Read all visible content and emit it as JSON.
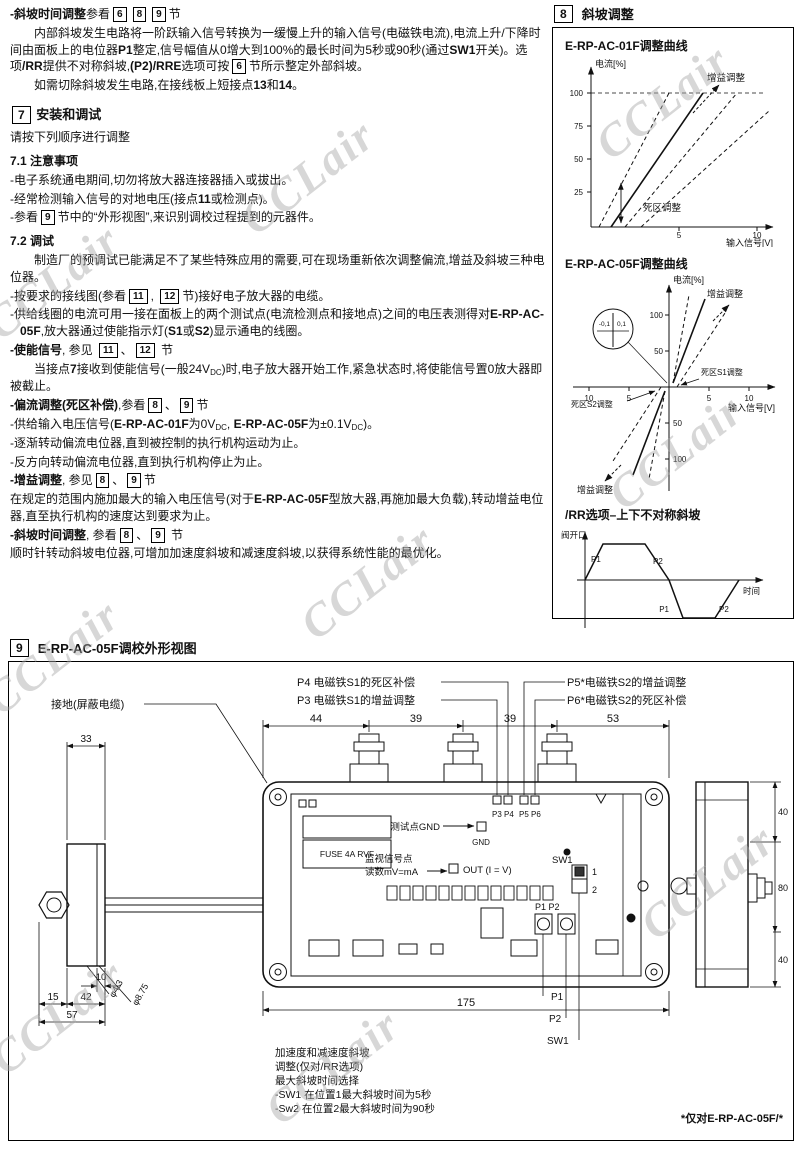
{
  "watermark": "CCLair",
  "left": {
    "lines": [
      {
        "cls": "h",
        "seg": [
          {
            "t": "-斜坡时间调整",
            "s": "b"
          },
          {
            "t": "参看"
          },
          {
            "t": "6",
            "s": "box"
          },
          {
            "t": "8",
            "s": "box"
          },
          {
            "t": "9",
            "s": "box"
          },
          {
            "t": "节"
          }
        ]
      },
      {
        "cls": "ind",
        "seg": [
          {
            "t": "内部斜坡发生电路将一阶跃输入信号转换为一缓慢上升的输入信号(电磁铁电流),电流上升/下降时间由面板上的电位器"
          },
          {
            "t": "P1",
            "s": "b"
          },
          {
            "t": "整定,信号幅值从0增大到100%的最长时间为5秒或90秒(通过"
          },
          {
            "t": "SW1",
            "s": "b"
          },
          {
            "t": "开关)。选项"
          },
          {
            "t": "/RR",
            "s": "b"
          },
          {
            "t": "提供不对称斜坡,"
          },
          {
            "t": "(P2)/RRE",
            "s": "b"
          },
          {
            "t": "选项可按"
          },
          {
            "t": "6",
            "s": "box"
          },
          {
            "t": "节所示整定外部斜坡。"
          }
        ]
      },
      {
        "cls": "ind",
        "seg": [
          {
            "t": "如需切除斜坡发生电路,在接线板上短接点"
          },
          {
            "t": "13",
            "s": "b"
          },
          {
            "t": "和"
          },
          {
            "t": "14",
            "s": "b"
          },
          {
            "t": "。"
          }
        ]
      },
      {
        "cls": "sect",
        "seg": [
          {
            "t": "7",
            "s": "boxb"
          },
          {
            "t": " 安装和调试",
            "s": "b"
          }
        ]
      },
      {
        "cls": "",
        "seg": [
          {
            "t": "请按下列顺序进行调整"
          }
        ]
      },
      {
        "cls": "gap",
        "seg": [
          {
            "t": "7.1 注意事项",
            "s": "b"
          }
        ]
      },
      {
        "cls": "h",
        "seg": [
          {
            "t": "-电子系统通电期间,切勿将放大器连接器插入或拔出。"
          }
        ]
      },
      {
        "cls": "h",
        "seg": [
          {
            "t": "-经常检测输入信号的对地电压(接点"
          },
          {
            "t": "11",
            "s": "b"
          },
          {
            "t": "或检测点)。"
          }
        ]
      },
      {
        "cls": "h",
        "seg": [
          {
            "t": "-参看"
          },
          {
            "t": "9",
            "s": "box"
          },
          {
            "t": "节中的“外形视图”,来识别调校过程提到的元器件。"
          }
        ]
      },
      {
        "cls": "gap",
        "seg": [
          {
            "t": "7.2 调试",
            "s": "b"
          }
        ]
      },
      {
        "cls": "ind",
        "seg": [
          {
            "t": "制造厂的预调试已能满足不了某些特殊应用的需要,可在现场重新依次调整偏流,增益及斜坡三种电位器。"
          }
        ]
      },
      {
        "cls": "h",
        "seg": [
          {
            "t": "-按要求的接线图(参看"
          },
          {
            "t": "11",
            "s": "box"
          },
          {
            "t": ", "
          },
          {
            "t": "12",
            "s": "box"
          },
          {
            "t": "节)接好电子放大器的电缆。"
          }
        ]
      },
      {
        "cls": "h",
        "seg": [
          {
            "t": "-供给线圈的电流可用一接在面板上的两个测试点(电流检测点和接地点)之间的电压表测得对"
          },
          {
            "t": "E-RP-AC-05F",
            "s": "b"
          },
          {
            "t": ",放大器通过使能指示灯("
          },
          {
            "t": "S1",
            "s": "b"
          },
          {
            "t": "或"
          },
          {
            "t": "S2",
            "s": "b"
          },
          {
            "t": ")显示通电的线圈。"
          }
        ]
      },
      {
        "cls": "h",
        "seg": [
          {
            "t": "-使能信号",
            "s": "b"
          },
          {
            "t": ", 参见 "
          },
          {
            "t": "11",
            "s": "box"
          },
          {
            "t": "、"
          },
          {
            "t": "12",
            "s": "box"
          },
          {
            "t": " 节"
          }
        ]
      },
      {
        "cls": "ind",
        "seg": [
          {
            "t": "当接点"
          },
          {
            "t": "7",
            "s": "b"
          },
          {
            "t": "接收到使能信号(一般24V"
          },
          {
            "t": "DC",
            "s": "sub"
          },
          {
            "t": ")时,电子放大器开始工作,紧急状态时,将使能信号置0放大器即被截止。"
          }
        ]
      },
      {
        "cls": "h",
        "seg": [
          {
            "t": "-偏流调整(死区补偿)",
            "s": "b"
          },
          {
            "t": ",参看"
          },
          {
            "t": "8",
            "s": "box"
          },
          {
            "t": "、"
          },
          {
            "t": "9",
            "s": "box"
          },
          {
            "t": "节"
          }
        ]
      },
      {
        "cls": "h",
        "seg": [
          {
            "t": "-供给输入电压信号("
          },
          {
            "t": "E-RP-AC-01F",
            "s": "b"
          },
          {
            "t": "为0V"
          },
          {
            "t": "DC",
            "s": "sub"
          },
          {
            "t": ", "
          },
          {
            "t": "E-RP-AC-05F",
            "s": "b"
          },
          {
            "t": "为±0.1V"
          },
          {
            "t": "DC",
            "s": "sub"
          },
          {
            "t": ")。"
          }
        ]
      },
      {
        "cls": "h",
        "seg": [
          {
            "t": "-逐渐转动偏流电位器,直到被控制的执行机构运动为止。"
          }
        ]
      },
      {
        "cls": "h",
        "seg": [
          {
            "t": "-反方向转动偏流电位器,直到执行机构停止为止。"
          }
        ]
      },
      {
        "cls": "h",
        "seg": [
          {
            "t": "-增益调整",
            "s": "b"
          },
          {
            "t": ", 参见"
          },
          {
            "t": "8",
            "s": "box"
          },
          {
            "t": "、"
          },
          {
            "t": "9",
            "s": "box"
          },
          {
            "t": "节"
          }
        ]
      },
      {
        "cls": "",
        "seg": [
          {
            "t": "在规定的范围内施加最大的输入电压信号(对于"
          },
          {
            "t": "E-RP-AC-05F",
            "s": "b"
          },
          {
            "t": "型放大器,再施加最大负载),转动增益电位器,直至执行机构的速度达到要求为止。"
          }
        ]
      },
      {
        "cls": "h",
        "seg": [
          {
            "t": "-斜坡时间调整",
            "s": "b"
          },
          {
            "t": ", 参看"
          },
          {
            "t": "8",
            "s": "box"
          },
          {
            "t": "、"
          },
          {
            "t": "9",
            "s": "box"
          },
          {
            "t": " 节"
          }
        ]
      },
      {
        "cls": "",
        "seg": [
          {
            "t": "顺时针转动斜坡电位器,可增加加速度斜坡和减速度斜坡,以获得系统性能的最优化。"
          }
        ]
      }
    ]
  },
  "section8": {
    "ref": "8",
    "title": "斜坡调整",
    "chart1": {
      "title": "E-RP-AC-01F调整曲线",
      "ylabel": "电流[%]",
      "ytick_100": "100",
      "ytick_75": "75",
      "ytick_50": "50",
      "ytick_25": "25",
      "xtick_5": "5",
      "xtick_10": "10",
      "xlabel": "输入信号[V]",
      "gain": "增益调整",
      "deadzone": "死区调整"
    },
    "chart2": {
      "title": "E-RP-AC-05F调整曲线",
      "ylabel": "电流[%]",
      "ytick_100": "100",
      "ytick_50": "50",
      "ytick_n50": "50",
      "ytick_n100": "100",
      "xtick_n10": "10",
      "xtick_n5": "5",
      "xtick_p5": "5",
      "xtick_p10": "10",
      "xlabel": "输入信号[V]",
      "gain_top": "增益调整",
      "gain_bottom": "增益调整",
      "dz_s1": "死区S1调整",
      "dz_s2": "死区S2调整",
      "inset_neg": "-0,1",
      "inset_pos": "0,1"
    },
    "rr": {
      "title": "/RR选项–上下不对称斜坡",
      "ylabel": "阀开口",
      "xlabel": "时间",
      "p1_rise": "P1",
      "p2_fall": "P2",
      "p1_neg": "P1",
      "p2_neg": "P2"
    }
  },
  "section9": {
    "ref": "9",
    "title": "E-RP-AC-05F调校外形视图",
    "callouts": {
      "p4": "P4 电磁铁S1的死区补偿",
      "p3": "P3 电磁铁S1的增益调整",
      "p5": "P5*电磁铁S2的增益调整",
      "p6": "P6*电磁铁S2的死区补偿",
      "ground": "接地(屏蔽电缆)"
    },
    "dims": {
      "w44": "44",
      "w39a": "39",
      "w39b": "39",
      "w53": "53",
      "w33": "33",
      "w175": "175",
      "w15": "15",
      "w42": "42",
      "w57": "57",
      "w10": "10",
      "dia43": "φ4.3",
      "dia875": "φ8.75",
      "h40a": "40",
      "h80": "80",
      "h40b": "40"
    },
    "board": {
      "fuse": "FUSE 4A RVF",
      "testpoint_gnd": "测试点GND",
      "gnd": "GND",
      "p3p4": "P3 P4",
      "p5p6": "P5 P6",
      "sw1": "SW1",
      "sw_1": "1",
      "sw_2": "2",
      "monitor_line1": "监视信号点",
      "monitor_line2": "读数mV=mA",
      "out": "OUT (I = V)",
      "p1p2": "P1 P2"
    },
    "bottom": {
      "p1": "P1",
      "p2": "P2",
      "sw1": "SW1"
    },
    "ramp_note": [
      "加速度和减速度斜坡",
      "调整(仅对/RR选项)",
      "最大斜坡时间选择",
      "-SW1 在位置1最大斜坡时间为5秒",
      "-Sw2 在位置2最大斜坡时间为90秒"
    ],
    "footnote": "*仅对E-RP-AC-05F/*"
  }
}
